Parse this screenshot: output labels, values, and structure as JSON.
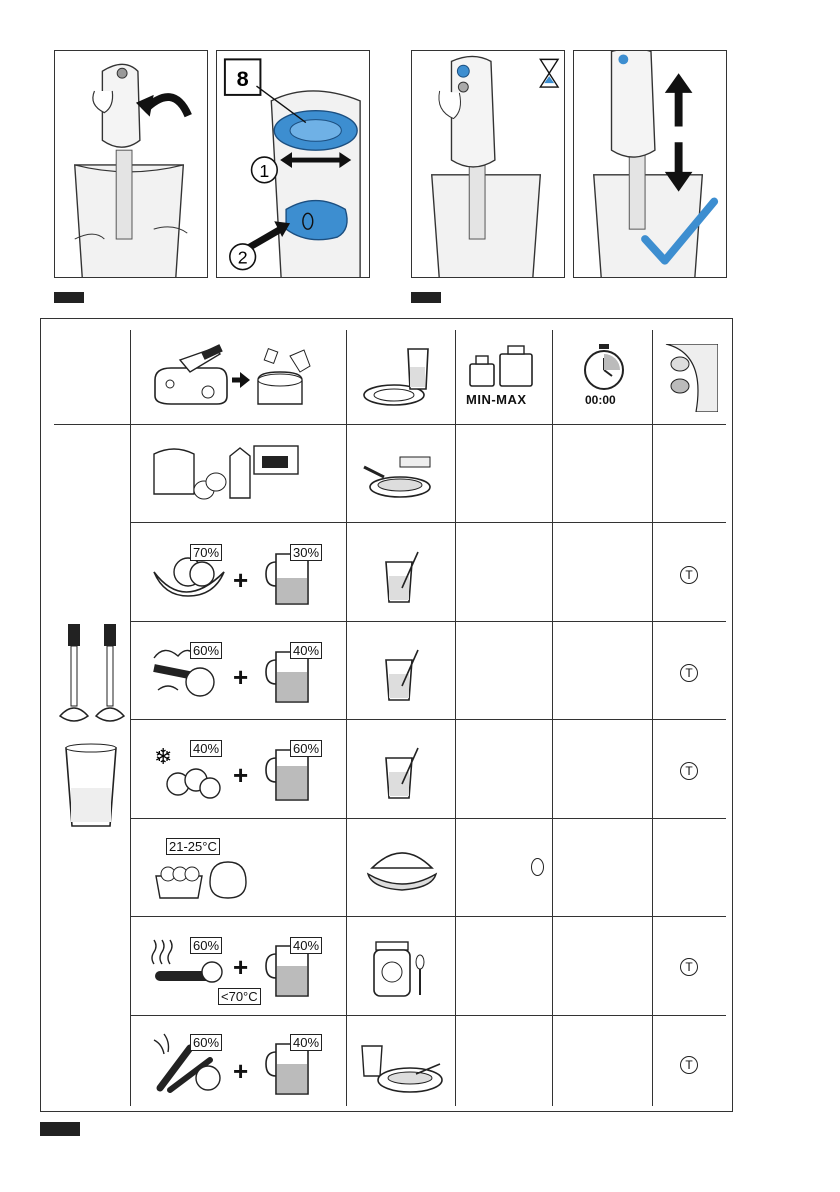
{
  "step_panels": [
    {
      "name": "attach-blender-foot"
    },
    {
      "name": "select-speed",
      "dial_number": "8",
      "step1": "1",
      "step2": "2"
    },
    {
      "name": "run-blender"
    },
    {
      "name": "move-up-down"
    }
  ],
  "table": {
    "headers": {
      "weight_label": "MIN-MAX",
      "time_label": "00:00"
    },
    "rows": [
      {
        "name": "pancake-batter",
        "pct_a": "",
        "pct_b": "",
        "turbo": false
      },
      {
        "name": "fruit-smoothie",
        "pct_a": "70%",
        "pct_b": "30%",
        "turbo": true,
        "turbo_label": "T"
      },
      {
        "name": "vegetable-smoothie",
        "pct_a": "60%",
        "pct_b": "40%",
        "turbo": true,
        "turbo_label": "T"
      },
      {
        "name": "frozen-berry-smoothie",
        "pct_a": "40%",
        "pct_b": "60%",
        "turbo": true,
        "turbo_label": "T"
      },
      {
        "name": "mayonnaise",
        "temp": "21-25°C",
        "turbo": false
      },
      {
        "name": "baby-food",
        "pct_a": "60%",
        "pct_b": "40%",
        "temp": "<70°C",
        "turbo": true,
        "turbo_label": "T"
      },
      {
        "name": "soup",
        "pct_a": "60%",
        "pct_b": "40%",
        "turbo": true,
        "turbo_label": "T"
      }
    ]
  },
  "colors": {
    "accent_blue": "#3d8ed0",
    "line": "#222222"
  }
}
